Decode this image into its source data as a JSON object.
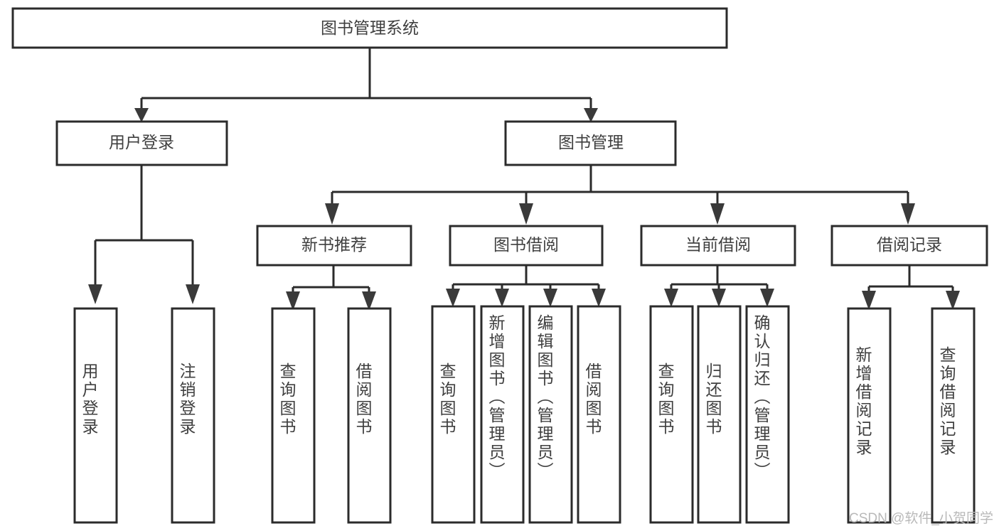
{
  "diagram": {
    "title": "图书管理系统",
    "type": "tree-hierarchy",
    "orientation": "top-down",
    "colors": {
      "box_stroke": "#2b2b2b",
      "box_fill": "#ffffff",
      "line": "#2b2b2b",
      "arrow": "#3a3a3a",
      "text": "#3f3f3f",
      "watermark": "#b9b9b9",
      "background": "#ffffff"
    },
    "levels": {
      "root": "图书管理系统",
      "level2": [
        "用户登录",
        "图书管理"
      ],
      "level3": [
        "新书推荐",
        "图书借阅",
        "当前借阅",
        "借阅记录"
      ]
    },
    "nodes": {
      "root": {
        "label": "图书管理系统",
        "orientation": "horizontal"
      },
      "user_login": {
        "label": "用户登录",
        "orientation": "horizontal"
      },
      "book_manage": {
        "label": "图书管理",
        "orientation": "horizontal"
      },
      "new_book_rec": {
        "label": "新书推荐",
        "orientation": "horizontal"
      },
      "book_borrow": {
        "label": "图书借阅",
        "orientation": "horizontal"
      },
      "current_borrow": {
        "label": "当前借阅",
        "orientation": "horizontal"
      },
      "borrow_record": {
        "label": "借阅记录",
        "orientation": "horizontal"
      },
      "leaf_user_login": {
        "label": "用户登录",
        "orientation": "vertical"
      },
      "leaf_logout": {
        "label": "注销登录",
        "orientation": "vertical"
      },
      "leaf_query_book_1": {
        "label": "查询图书",
        "orientation": "vertical"
      },
      "leaf_borrow_book_1": {
        "label": "借阅图书",
        "orientation": "vertical"
      },
      "leaf_query_book_2": {
        "label": "查询图书",
        "orientation": "vertical"
      },
      "leaf_add_book": {
        "label": "新增图书（管理员）",
        "orientation": "vertical"
      },
      "leaf_edit_book": {
        "label": "编辑图书（管理员）",
        "orientation": "vertical"
      },
      "leaf_borrow_book_2": {
        "label": "借阅图书",
        "orientation": "vertical"
      },
      "leaf_query_book_3": {
        "label": "查询图书",
        "orientation": "vertical"
      },
      "leaf_return_book": {
        "label": "归还图书",
        "orientation": "vertical"
      },
      "leaf_confirm_return": {
        "label": "确认归还（管理员）",
        "orientation": "vertical"
      },
      "leaf_add_record": {
        "label": "新增借阅记录",
        "orientation": "vertical"
      },
      "leaf_query_record": {
        "label": "查询借阅记录",
        "orientation": "vertical"
      }
    },
    "edges": [
      {
        "from": "图书管理系统",
        "to": "用户登录"
      },
      {
        "from": "图书管理系统",
        "to": "图书管理"
      },
      {
        "from": "用户登录",
        "to": "用户登录"
      },
      {
        "from": "用户登录",
        "to": "注销登录"
      },
      {
        "from": "图书管理",
        "to": "新书推荐"
      },
      {
        "from": "图书管理",
        "to": "图书借阅"
      },
      {
        "from": "图书管理",
        "to": "当前借阅"
      },
      {
        "from": "图书管理",
        "to": "借阅记录"
      },
      {
        "from": "新书推荐",
        "to": "查询图书"
      },
      {
        "from": "新书推荐",
        "to": "借阅图书"
      },
      {
        "from": "图书借阅",
        "to": "查询图书"
      },
      {
        "from": "图书借阅",
        "to": "新增图书（管理员）"
      },
      {
        "from": "图书借阅",
        "to": "编辑图书（管理员）"
      },
      {
        "from": "图书借阅",
        "to": "借阅图书"
      },
      {
        "from": "当前借阅",
        "to": "查询图书"
      },
      {
        "from": "当前借阅",
        "to": "归还图书"
      },
      {
        "from": "当前借阅",
        "to": "确认归还（管理员）"
      },
      {
        "from": "借阅记录",
        "to": "新增借阅记录"
      },
      {
        "from": "借阅记录",
        "to": "查询借阅记录"
      }
    ]
  },
  "watermark": {
    "text": "CSDN @软件_小贺同学"
  }
}
